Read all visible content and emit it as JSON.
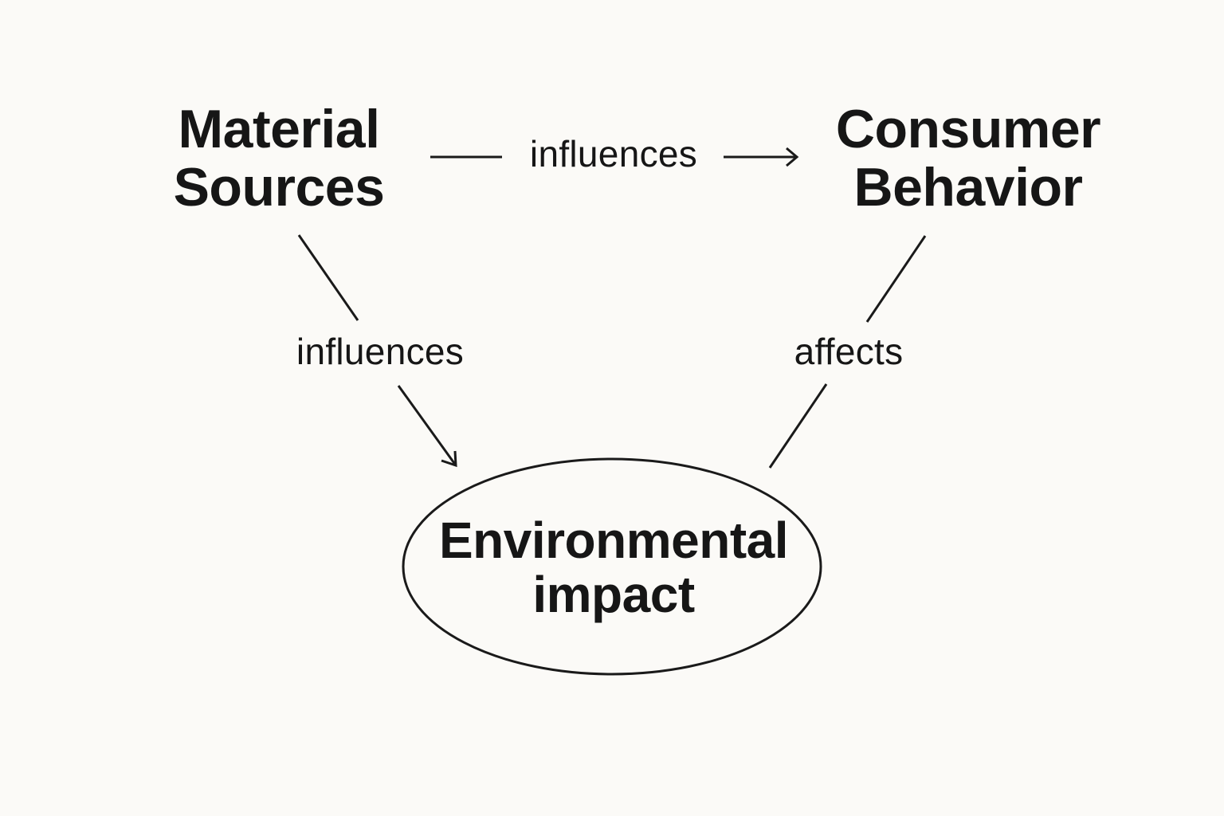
{
  "nodes": {
    "material_sources": {
      "line1": "Material",
      "line2": "Sources"
    },
    "consumer_behavior": {
      "line1": "Consumer",
      "line2": "Behavior"
    },
    "environmental_impact": {
      "line1": "Environmental",
      "line2": "impact"
    }
  },
  "edges": {
    "material_to_consumer": {
      "label": "influences"
    },
    "material_to_environment": {
      "label": "influences"
    },
    "consumer_to_environment": {
      "label": "affects"
    }
  },
  "colors": {
    "background": "#fbfaf7",
    "ink": "#161616"
  }
}
